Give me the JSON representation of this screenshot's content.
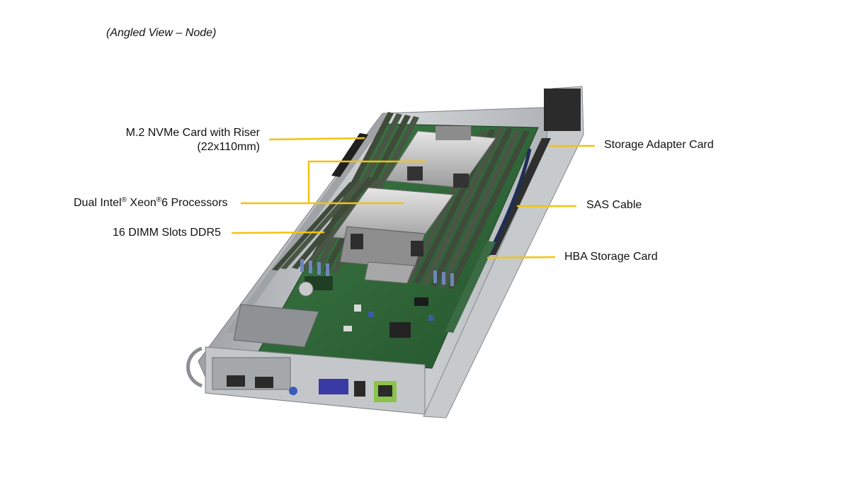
{
  "view_title": "(Angled View – Node)",
  "callouts": {
    "m2_line1": "M.2 NVMe Card with Riser",
    "m2_line2": "(22x110mm)",
    "cpu_pre": "Dual Intel",
    "cpu_reg1": "®",
    "cpu_mid": " Xeon",
    "cpu_reg2": "®",
    "cpu_post": "6 Processors",
    "dimm": "16 DIMM Slots DDR5",
    "storage_adapter": "Storage Adapter Card",
    "sas_cable": "SAS Cable",
    "hba": "HBA Storage Card"
  },
  "colors": {
    "leader_line": "#F2C40F",
    "pcb": "#2E6B3A",
    "chassis": "#B9BCBF",
    "dimm": "#3F4A3A",
    "label_text": "#111111"
  }
}
